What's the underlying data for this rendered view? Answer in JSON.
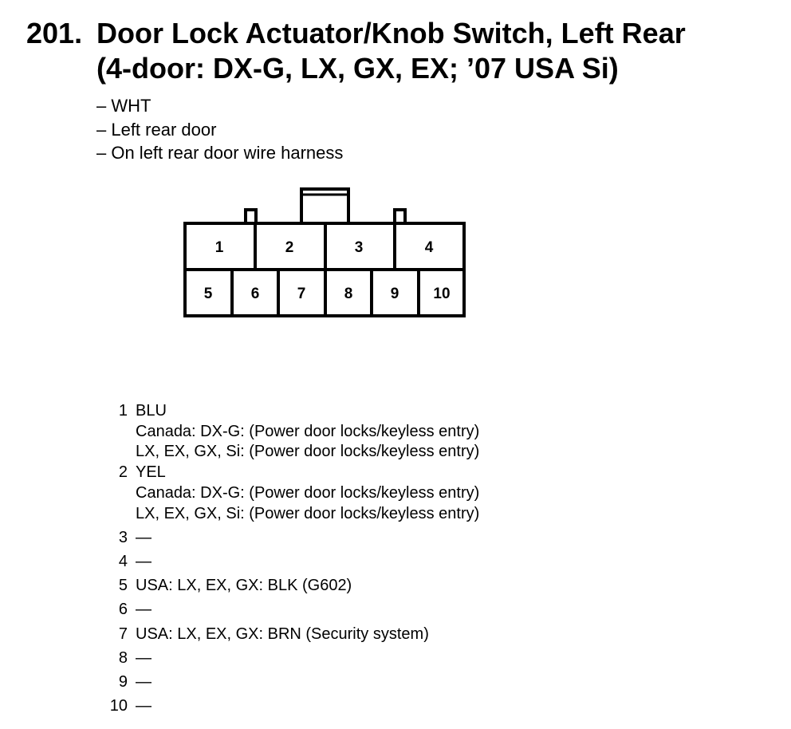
{
  "title": {
    "number": "201.",
    "line1": "Door Lock Actuator/Knob Switch, Left Rear",
    "line2": "(4-door: DX-G, LX, GX, EX; ’07 USA Si)"
  },
  "notes": [
    "– WHT",
    "– Left rear door",
    "– On left rear door wire harness"
  ],
  "connector": {
    "top_row": [
      "1",
      "2",
      "3",
      "4"
    ],
    "bottom_row": [
      "5",
      "6",
      "7",
      "8",
      "9",
      "10"
    ]
  },
  "pins": [
    {
      "num": "1",
      "lines": [
        "BLU",
        "Canada: DX-G: (Power door locks/keyless entry)",
        "LX, EX, GX, Si: (Power door locks/keyless entry)"
      ]
    },
    {
      "num": "2",
      "lines": [
        "YEL",
        "Canada: DX-G: (Power door locks/keyless entry)",
        "LX, EX, GX, Si: (Power door locks/keyless entry)"
      ]
    },
    {
      "num": "3",
      "lines": [
        "—"
      ]
    },
    {
      "num": "4",
      "lines": [
        "—"
      ]
    },
    {
      "num": "5",
      "lines": [
        "USA: LX, EX, GX: BLK (G602)"
      ]
    },
    {
      "num": "6",
      "lines": [
        "—"
      ]
    },
    {
      "num": "7",
      "lines": [
        "USA: LX, EX, GX: BRN (Security system)"
      ]
    },
    {
      "num": "8",
      "lines": [
        "—"
      ]
    },
    {
      "num": "9",
      "lines": [
        "—"
      ]
    },
    {
      "num": "10",
      "lines": [
        "—"
      ]
    }
  ]
}
